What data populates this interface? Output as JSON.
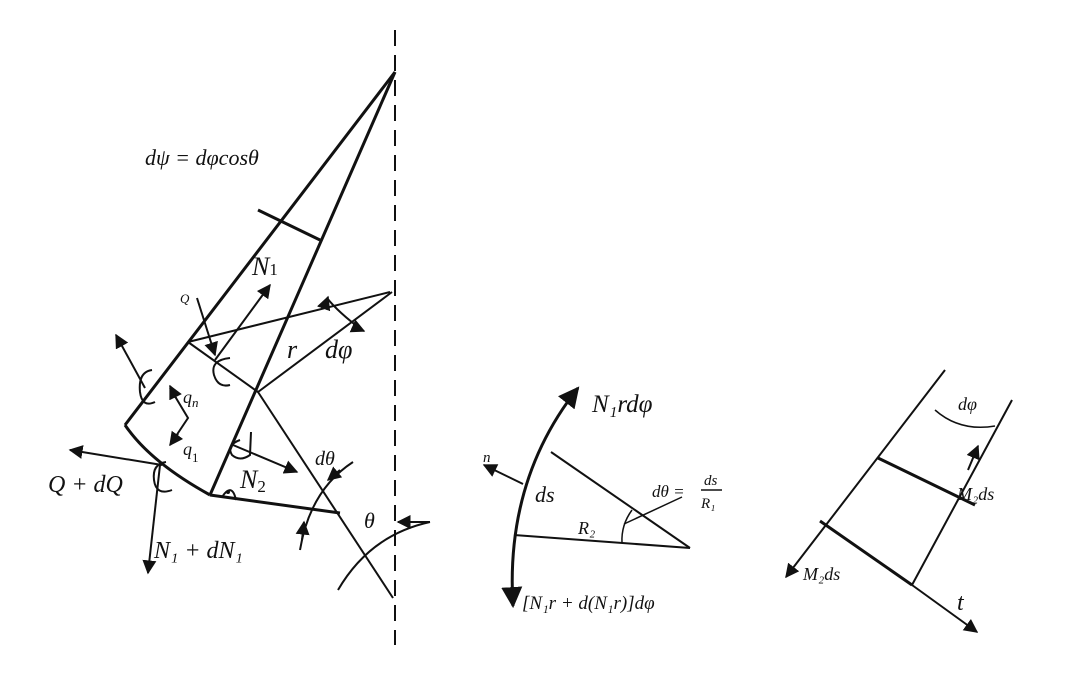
{
  "figure": {
    "left": {
      "formula": "dψ = dφcosθ",
      "labels": {
        "N1": "N",
        "N1_sub": "1",
        "Q": "Q",
        "r": "r",
        "dphi": "dφ",
        "qn": "q",
        "qn_sub": "n",
        "q1": "q",
        "q1_sub": "1",
        "QdQ": "Q + dQ",
        "N2": "N",
        "N2_sub": "2",
        "dtheta": "dθ",
        "theta": "θ",
        "N1dN1": "N₁ + dN₁"
      }
    },
    "middle": {
      "top_force": "N₁rdφ",
      "bottom_force": "[N₁r + d(N₁r)]dφ",
      "normal": "n",
      "ds": "ds",
      "R2": "R₂",
      "dtheta_lhs": "dθ =",
      "dtheta_num": "ds",
      "dtheta_den": "R₁"
    },
    "right": {
      "dphi": "dφ",
      "moment_top": "M₂ds",
      "moment_bottom": "M₂ds",
      "tangent": "t"
    }
  }
}
